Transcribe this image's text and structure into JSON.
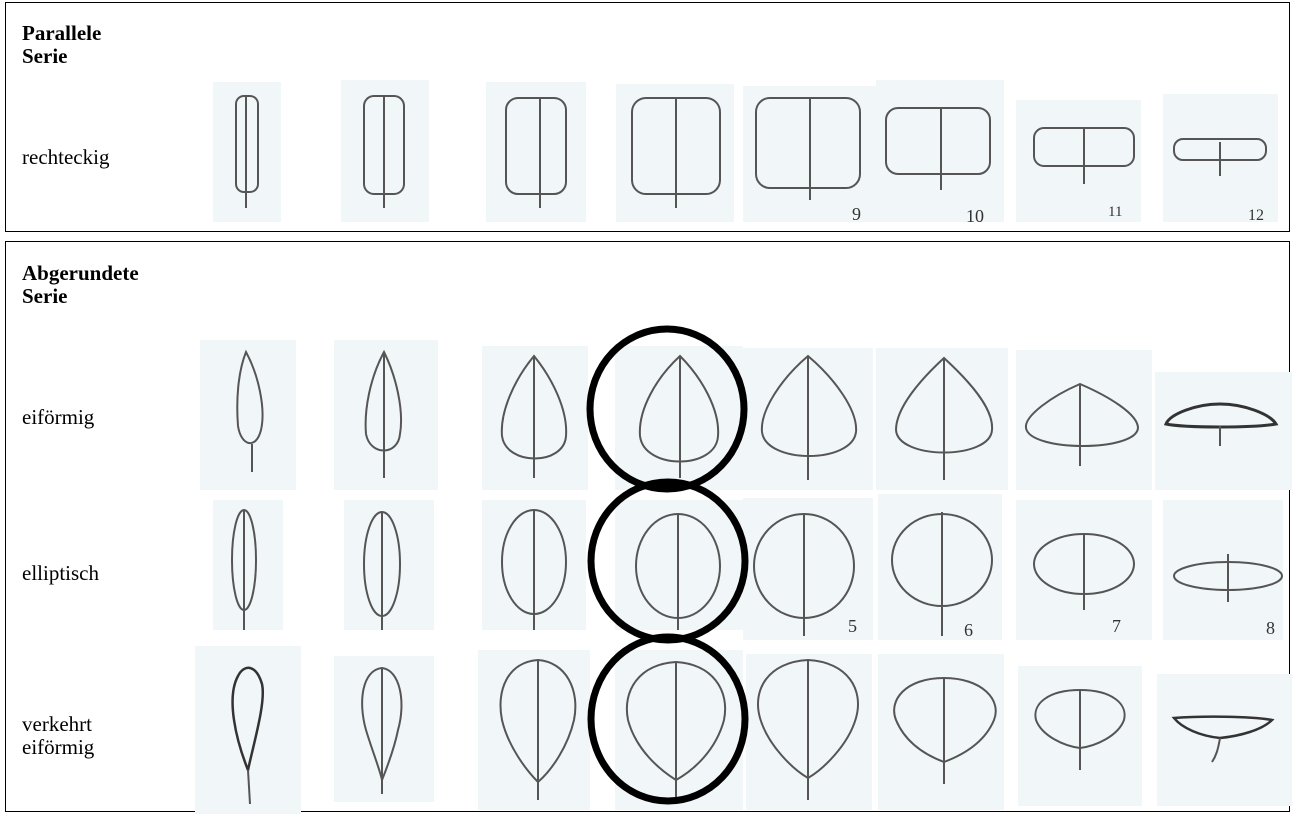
{
  "parallel": {
    "title_line1": "Parallele",
    "title_line2": "Serie",
    "row_label": "rechteckig",
    "numbers": [
      "9",
      "10",
      "11",
      "12"
    ]
  },
  "rounded": {
    "title_line1": "Abgerundete",
    "title_line2": "Serie",
    "rows": [
      {
        "label": "eiförmig"
      },
      {
        "label": "elliptisch",
        "numbers": [
          "5",
          "6",
          "7",
          "8"
        ]
      },
      {
        "label_line1": "verkehrt",
        "label_line2": "eiförmig"
      }
    ]
  },
  "colors": {
    "leaf_stroke": "#555555",
    "thumb_bg": "#f1f6f8",
    "highlight": "#000000"
  }
}
